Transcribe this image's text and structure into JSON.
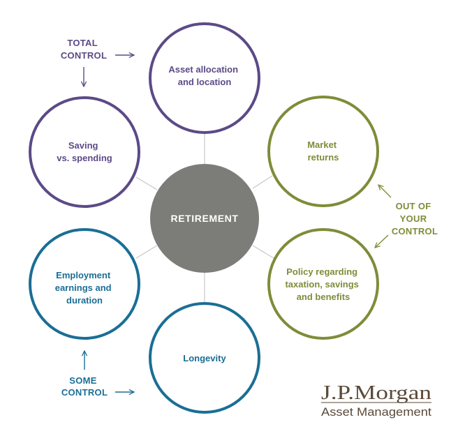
{
  "colors": {
    "purple": "#5c4a87",
    "green": "#7f8c39",
    "blue": "#1a6e96",
    "center": "#7c7d78",
    "spoke": "#c8c8c8",
    "logo": "#5b4a3a"
  },
  "center": {
    "label": "RETIREMENT"
  },
  "nodes": {
    "asset_allocation": {
      "lines": [
        "Asset allocation",
        "and location"
      ]
    },
    "saving": {
      "lines": [
        "Saving",
        "vs. spending"
      ]
    },
    "market": {
      "lines": [
        "Market",
        "returns"
      ]
    },
    "policy": {
      "lines": [
        "Policy regarding",
        "taxation, savings",
        "and benefits"
      ]
    },
    "employment": {
      "lines": [
        "Employment",
        "earnings and",
        "duration"
      ]
    },
    "longevity": {
      "lines": [
        "Longevity"
      ]
    }
  },
  "labels": {
    "total_control": {
      "lines": [
        "TOTAL",
        "CONTROL"
      ]
    },
    "out_of_control": {
      "lines": [
        "OUT OF",
        "YOUR",
        "CONTROL"
      ]
    },
    "some_control": {
      "lines": [
        "SOME",
        "CONTROL"
      ]
    }
  },
  "logo": {
    "brand": "J.P.Morgan",
    "subtitle": "Asset Management"
  }
}
